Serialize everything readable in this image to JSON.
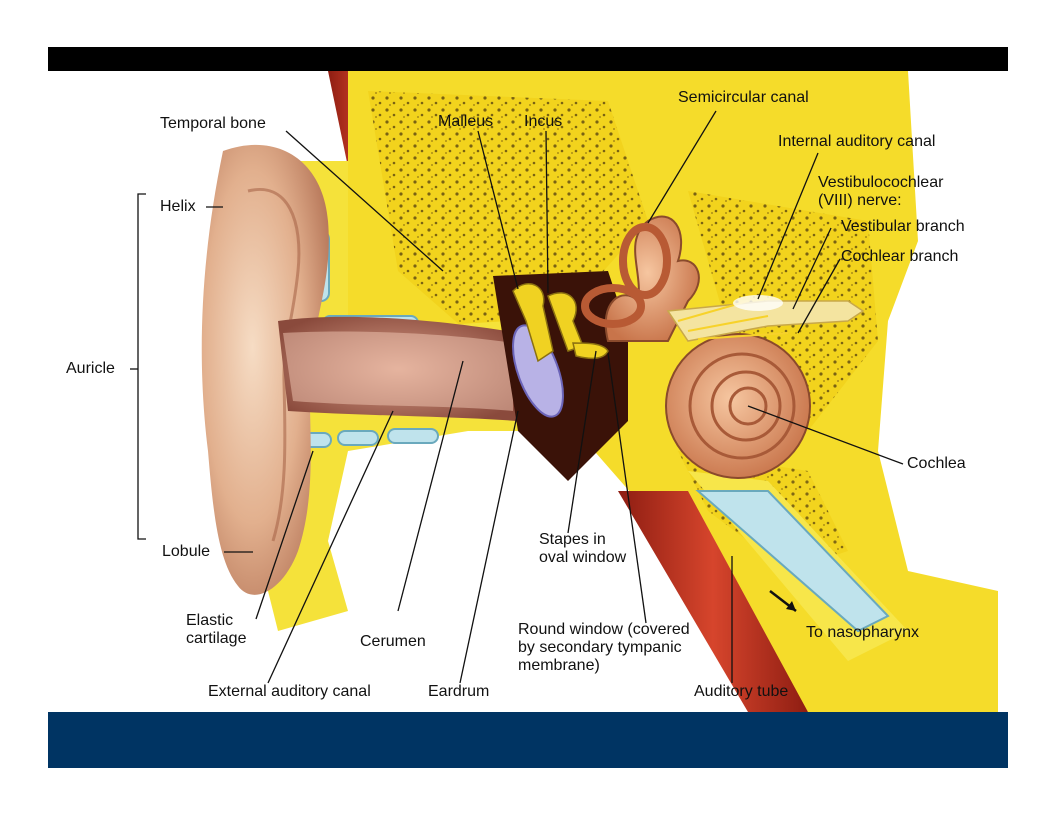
{
  "slide": {
    "top_bar_color": "#000000",
    "bottom_bar_color": "#003463"
  },
  "labels": {
    "temporal_bone": "Temporal bone",
    "malleus": "Malleus",
    "incus": "Incus",
    "semicircular_canal": "Semicircular canal",
    "internal_auditory_canal": "Internal auditory canal",
    "vestibulocochlear_nerve": "Vestibulocochlear\n(VIII) nerve:",
    "vestibular_branch": "Vestibular branch",
    "cochlear_branch": "Cochlear branch",
    "helix": "Helix",
    "auricle": "Auricle",
    "lobule": "Lobule",
    "cochlea": "Cochlea",
    "stapes": "Stapes in\noval window",
    "elastic_cartilage": "Elastic\ncartilage",
    "cerumen": "Cerumen",
    "round_window": "Round window (covered\nby secondary tympanic\nmembrane)",
    "to_nasopharynx": "To nasopharynx",
    "external_auditory_canal": "External auditory canal",
    "eardrum": "Eardrum",
    "auditory_tube": "Auditory tube"
  }
}
